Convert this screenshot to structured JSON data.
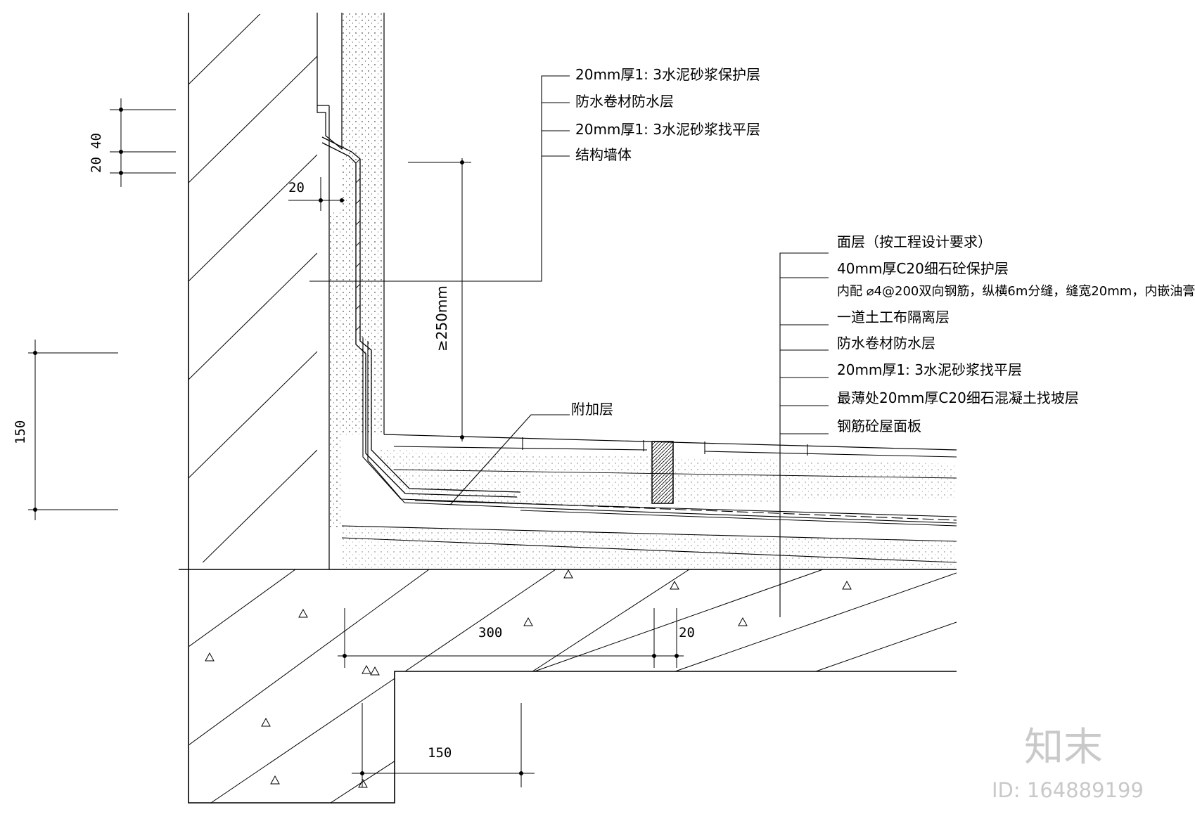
{
  "drawing": {
    "wall_layers": [
      "20mm厚1: 3水泥砂浆保护层",
      "防水卷材防水层",
      "20mm厚1: 3水泥砂浆找平层",
      "结构墙体"
    ],
    "roof_layers": [
      "面层（按工程设计要求）",
      "40mm厚C20细石砼保护层",
      "内配 ⌀4@200双向钢筋，纵横6m分缝，缝宽20mm，内嵌油膏",
      "一道土工布隔离层",
      "防水卷材防水层",
      "20mm厚1: 3水泥砂浆找平层",
      "最薄处20mm厚C20细石混凝土找坡层",
      "钢筋砼屋面板"
    ],
    "additional_layer": "附加层",
    "height_note": "≥250mm",
    "dims": {
      "d20_top": "20",
      "d40": "40",
      "d20_inset": "20",
      "d150_left": "150",
      "d300": "300",
      "d20_right": "20",
      "d150_bottom": "150"
    }
  },
  "watermark": {
    "brand": "知末",
    "id": "ID: 164889199"
  }
}
